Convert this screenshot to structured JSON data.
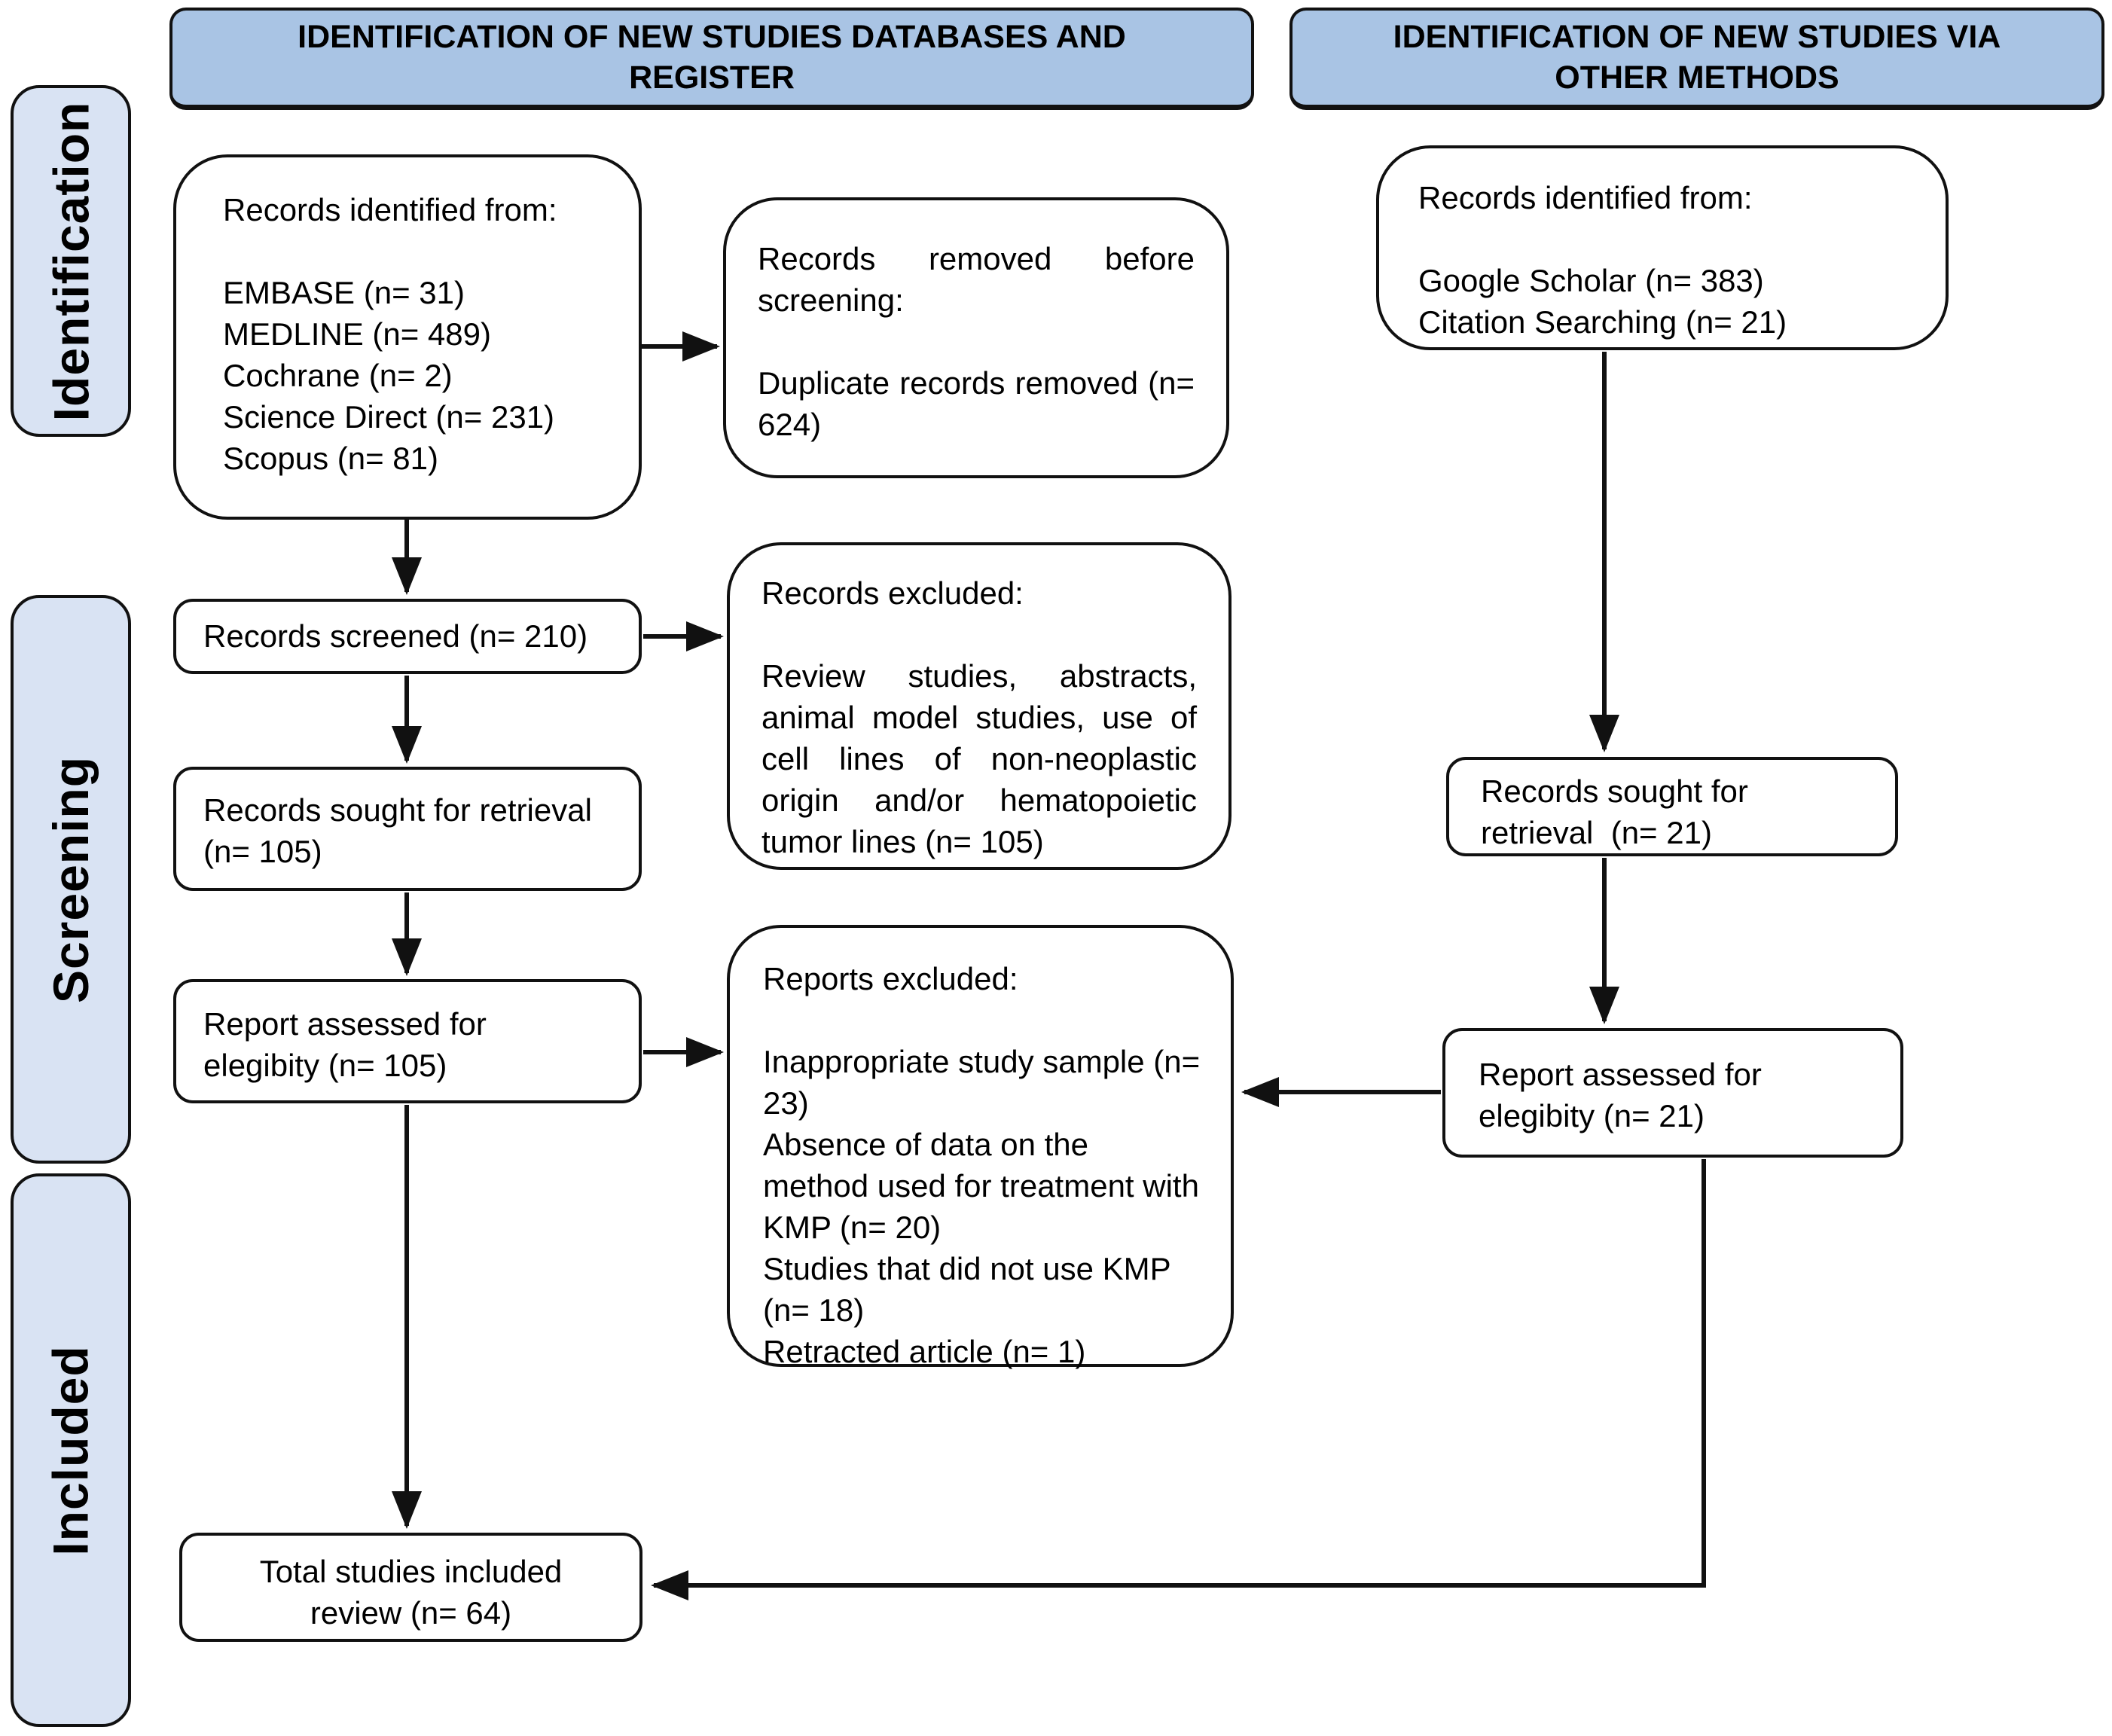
{
  "colors": {
    "header_fill": "#a9c4e4",
    "stage_fill": "#d9e3f3",
    "box_fill": "#ffffff",
    "border": "#111111"
  },
  "headers": {
    "databases": "IDENTIFICATION OF NEW STUDIES DATABASES AND REGISTER",
    "other_methods": "IDENTIFICATION OF NEW STUDIES VIA OTHER METHODS"
  },
  "stages": {
    "identification": "Identification",
    "screening": "Screening",
    "included": "Included"
  },
  "database_column": {
    "records_identified": {
      "title": "Records identified from:",
      "sources": [
        "EMBASE (n= 31)",
        "MEDLINE (n= 489)",
        "Cochrane (n= 2)",
        "Science Direct (n= 231)",
        "Scopus (n= 81)"
      ]
    },
    "records_screened": "Records screened (n= 210)",
    "records_sought": "Records sought for retrieval (n= 105)",
    "report_assessed": "Report assessed for elegibity (n= 105)",
    "total_included": "Total studies included review (n= 64)"
  },
  "exclusion_column": {
    "records_removed": {
      "title": "Records removed before screening:",
      "body": "Duplicate records removed (n= 624)"
    },
    "records_excluded": {
      "title": "Records excluded:",
      "body": "Review studies, abstracts, animal model studies, use of cell lines of non-neoplastic origin and/or hematopoietic tumor lines (n= 105)"
    },
    "reports_excluded": {
      "title": "Reports excluded:",
      "reasons": [
        "Inappropriate study sample (n= 23)",
        "Absence of data on the method used for treatment with KMP (n= 20)",
        "Studies that did not use KMP (n= 18)",
        "Retracted article (n= 1)"
      ]
    }
  },
  "other_methods_column": {
    "records_identified": {
      "title": "Records identified from:",
      "sources": [
        "Google Scholar (n= 383)",
        "Citation Searching (n= 21)"
      ]
    },
    "records_sought": "Records sought for retrieval  (n= 21)",
    "report_assessed": "Report assessed for elegibity (n= 21)"
  }
}
